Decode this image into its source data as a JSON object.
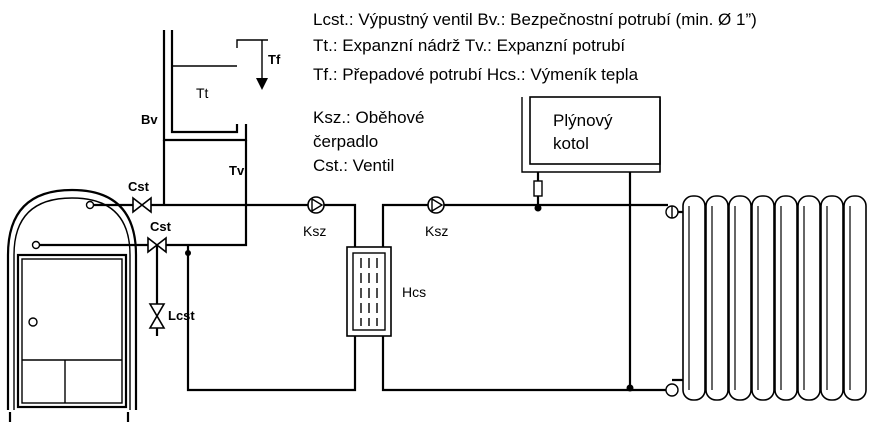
{
  "legend": {
    "line1": "Lcst.: Výpustný ventil  Bv.: Bezpečnostní potrubí (min. Ø 1”)",
    "line2": "Tt.: Expanzní nádrž    Tv.: Expanzní potrubí",
    "line3": "Tf.: Přepadové potrubí  Hcs.: Výmeník tepla",
    "ksz_line1": "Ksz.: Oběhové",
    "ksz_line2": "čerpadlo",
    "cst_line": "Cst.: Ventil"
  },
  "boiler": {
    "line1": "Plýnový",
    "line2": "kotol"
  },
  "labels": {
    "tt": "Tt",
    "tf": "Tf",
    "bv": "Bv",
    "tv": "Tv",
    "cst_upper": "Cst",
    "cst_lower": "Cst",
    "lcst": "Lcst",
    "ksz_left": "Ksz",
    "ksz_right": "Ksz",
    "hcs": "Hcs"
  }
}
